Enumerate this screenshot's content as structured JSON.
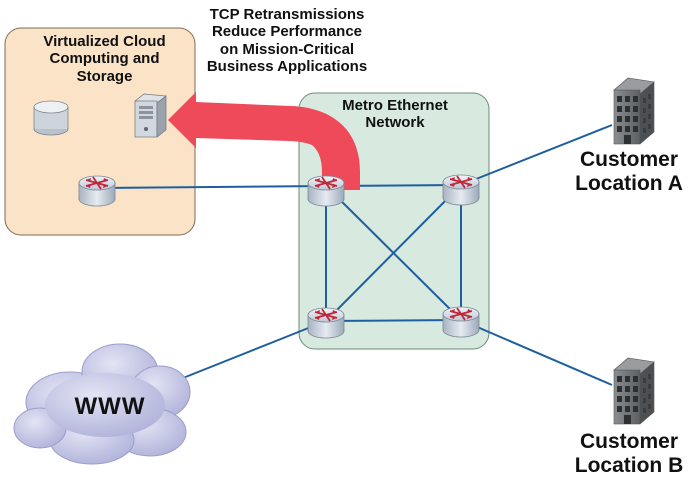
{
  "cloud_zone": {
    "title_lines": [
      "Virtualized Cloud",
      "Computing and",
      "Storage"
    ]
  },
  "callout": {
    "lines": [
      "TCP Retransmissions",
      "Reduce Performance",
      "on Mission-Critical",
      "Business Applications"
    ]
  },
  "metro": {
    "title_lines": [
      "Metro Ethernet",
      "Network"
    ]
  },
  "customers": {
    "a": [
      "Customer",
      "Location A"
    ],
    "b": [
      "Customer",
      "Location B"
    ]
  },
  "internet": {
    "label": "WWW"
  },
  "colors": {
    "cloud_zone_fill": "#fbe3c8",
    "metro_fill": "#d8eadf",
    "link": "#1f5f9e",
    "arrow": "#ef4a5a",
    "router": "#c8d2de",
    "building": "#6f7275",
    "www_cloud": "#c7c9e6"
  }
}
